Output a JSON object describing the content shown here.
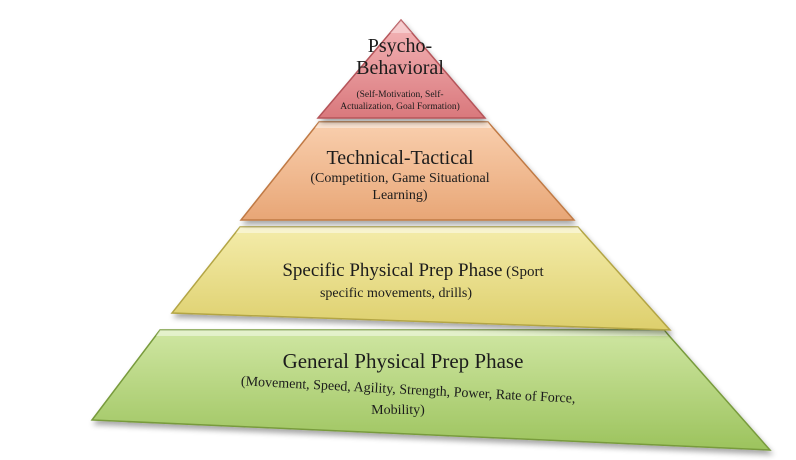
{
  "tiers": [
    {
      "title_lines": [
        "Psycho-",
        "Behavioral"
      ],
      "detail_lines": [
        "(Self-Motivation, Self-",
        "Actualization, Goal Formation)"
      ],
      "color_top": "#f4b6b8",
      "color_bottom": "#d9787c",
      "edge_color": "#b5545a"
    },
    {
      "title_lines": [
        "Technical-Tactical"
      ],
      "detail_lines": [
        "(Competition, Game Situational",
        "Learning)"
      ],
      "color_top": "#f9cfae",
      "color_bottom": "#e8a676",
      "edge_color": "#c07a45"
    },
    {
      "title_inline": "Specific Physical Prep Phase",
      "detail_inline": " (Sport",
      "detail_lines": [
        "specific movements, drills)"
      ],
      "color_top": "#f4ecaa",
      "color_bottom": "#ddcf6c",
      "edge_color": "#b3a544"
    },
    {
      "title_lines": [
        "General Physical Prep Phase"
      ],
      "detail_lines": [
        "(Movement, Speed, Agility,  Strength, Power, Rate of Force,",
        "Mobility)"
      ],
      "color_top": "#cfe6a2",
      "color_bottom": "#9cc35d",
      "edge_color": "#789b3c"
    }
  ]
}
